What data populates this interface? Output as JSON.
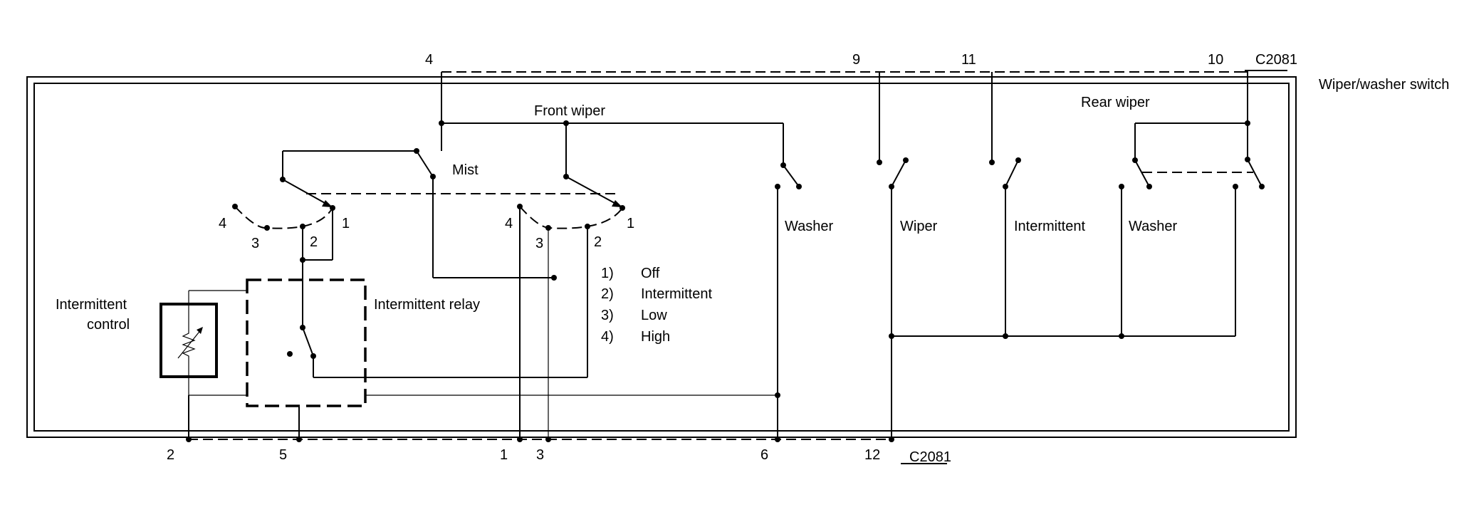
{
  "switch_name": "Wiper/washer switch",
  "connector_top": "C2081",
  "connector_bottom": "C2081",
  "section_labels": {
    "front_wiper": "Front wiper",
    "rear_wiper": "Rear wiper",
    "mist": "Mist",
    "intermittent_relay": "Intermittent relay",
    "intermittent_control_line1": "Intermittent",
    "intermittent_control_line2": "control"
  },
  "switch_labels": {
    "front_washer": "Washer",
    "rear_wiper_switch": "Wiper",
    "rear_intermittent": "Intermittent",
    "rear_washer": "Washer"
  },
  "legend": [
    {
      "num": "1)",
      "label": "Off"
    },
    {
      "num": "2)",
      "label": "Intermittent"
    },
    {
      "num": "3)",
      "label": "Low"
    },
    {
      "num": "4)",
      "label": "High"
    }
  ],
  "selector_left": {
    "p1": "1",
    "p2": "2",
    "p3": "3",
    "p4": "4"
  },
  "selector_right": {
    "p1": "1",
    "p2": "2",
    "p3": "3",
    "p4": "4"
  },
  "pins_top": {
    "a": "4",
    "b": "9",
    "c": "11",
    "d": "10"
  },
  "pins_bottom": {
    "a": "2",
    "b": "5",
    "c": "1",
    "d": "3",
    "e": "6",
    "f": "12"
  }
}
